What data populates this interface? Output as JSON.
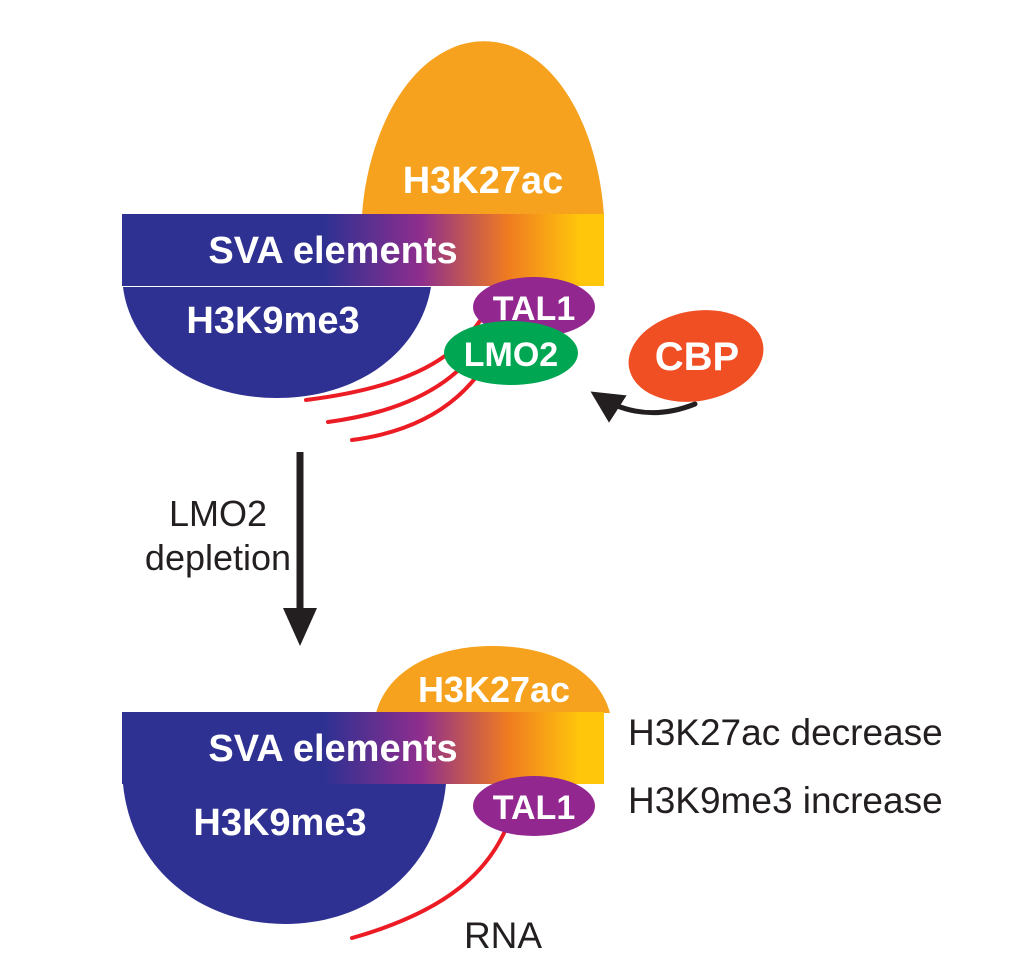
{
  "top": {
    "h3k27ac": "H3K27ac",
    "sva": "SVA elements",
    "h3k9me3": "H3K9me3",
    "tal1": "TAL1",
    "lmo2": "LMO2",
    "cbp": "CBP"
  },
  "transition": {
    "label_line1": "LMO2",
    "label_line2": "depletion"
  },
  "bottom": {
    "h3k27ac": "H3K27ac",
    "sva": "SVA elements",
    "h3k9me3": "H3K9me3",
    "tal1": "TAL1",
    "rna": "RNA",
    "note_line1": "H3K27ac decrease",
    "note_line2": "H3K9me3 increase"
  },
  "colors": {
    "h3k27ac_orange": "#F6A21E",
    "dark_blue": "#2E3192",
    "gradient_purple": "#8E2E8E",
    "gradient_orange": "#EF7B21",
    "gradient_yellow": "#FFC60B",
    "tal1_purple": "#92278F",
    "lmo2_green": "#00A651",
    "cbp_orange": "#F04E23",
    "rna_red": "#EC1C24",
    "text_black": "#231F20",
    "label_white": "#FFFFFF"
  }
}
